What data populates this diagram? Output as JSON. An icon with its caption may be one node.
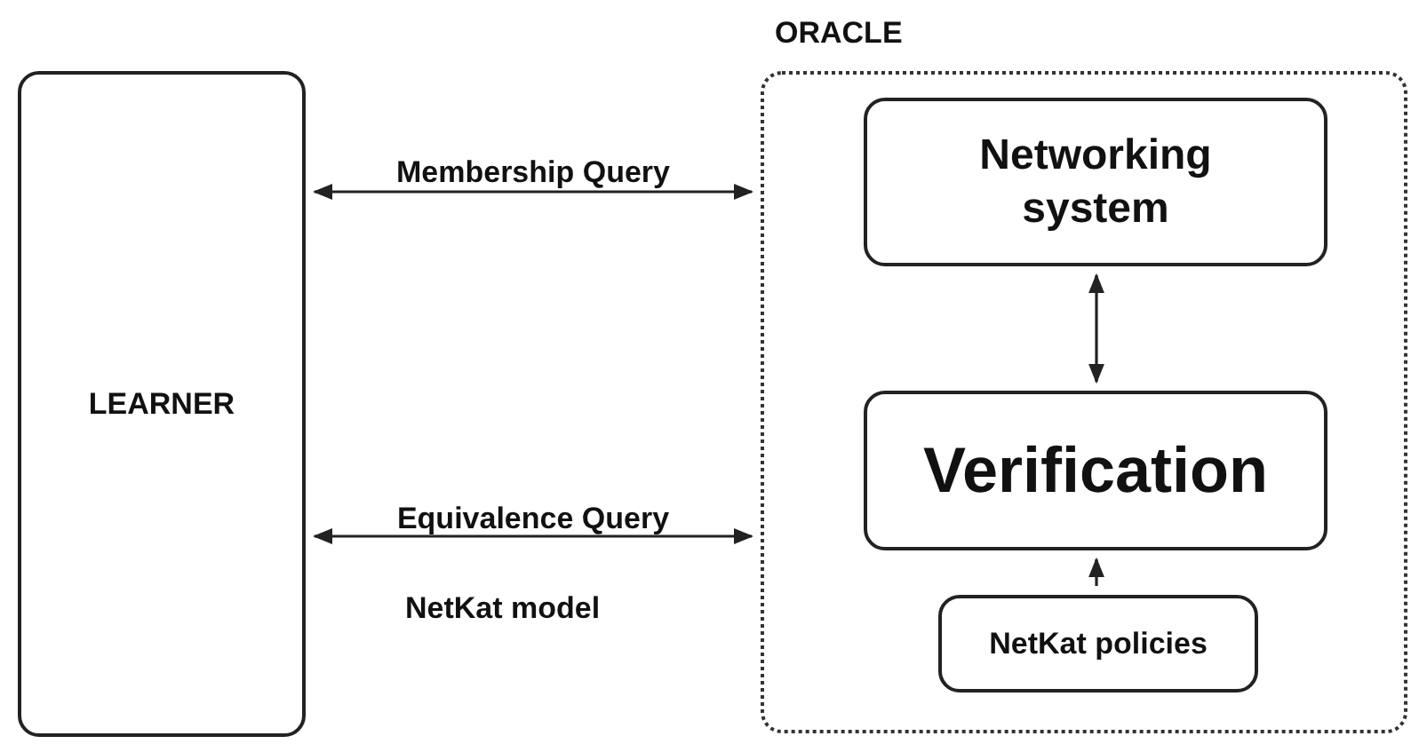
{
  "diagram": {
    "nodes": [
      {
        "text": [
          "LEARNER"
        ]
      },
      {
        "text": [
          "ORACLE"
        ]
      },
      {
        "text": [
          "Networking system"
        ],
        "in": 1
      },
      {
        "text": [
          "Verification"
        ],
        "in": 1
      },
      {
        "text": [
          "NetKat policies"
        ],
        "in": 1
      }
    ],
    "edges": [
      {
        "from": 0,
        "to": 1,
        "arrow": "both",
        "label": "Membership Query"
      },
      {
        "from": 0,
        "to": 1,
        "arrow": "both",
        "label": "Equivalence Query"
      },
      {
        "from": 2,
        "to": 3,
        "arrow": "both"
      },
      {
        "from": 4,
        "to": 3,
        "arrow": "to"
      }
    ],
    "labels": [
      "NetKat model"
    ]
  }
}
